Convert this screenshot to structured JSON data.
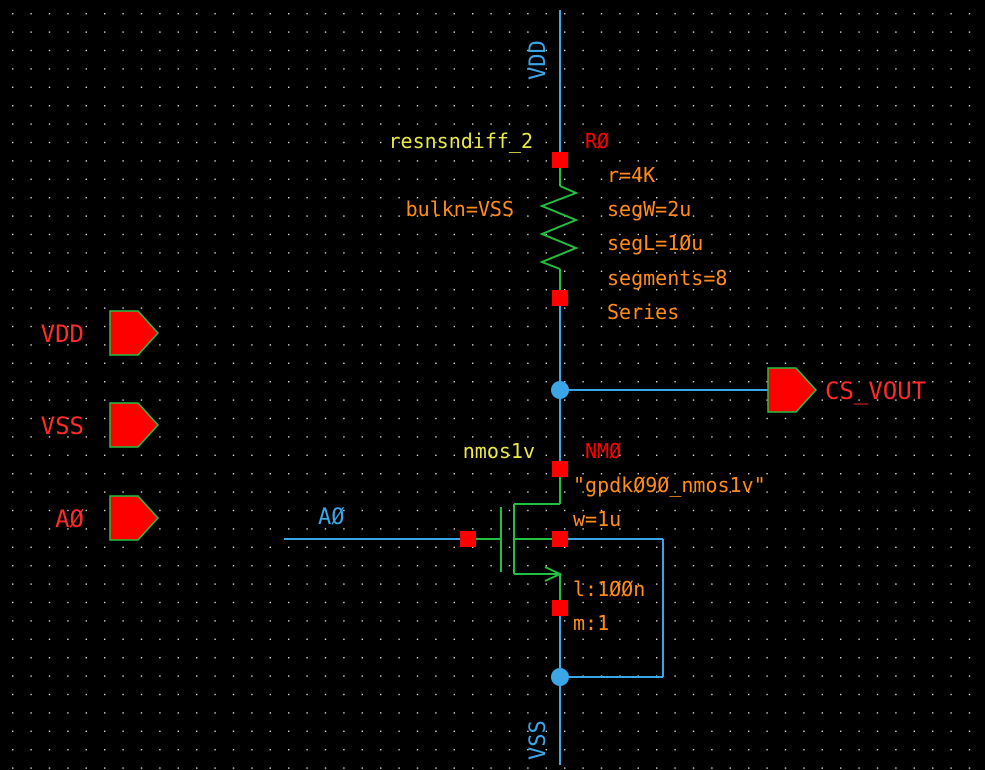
{
  "colors": {
    "background": "#000000",
    "grid_dot": "#d8d8d8",
    "wire": "#3aa6e8",
    "net_label": "#3aa6e8",
    "instance_pin": "#ff0000",
    "instance_name": "#ff0000",
    "cell_name": "#e8e84a",
    "parameter": "#ff8c1a",
    "device_symbol": "#22c040",
    "pin_shape": "#ff0000",
    "pin_outline": "#22c040",
    "pin_text": "#ff2a2a",
    "junction": "#3aa6e8"
  },
  "pins": {
    "vdd": {
      "label": "VDD",
      "direction": "input",
      "icon": "input-pin-icon"
    },
    "vss": {
      "label": "VSS",
      "direction": "input",
      "icon": "input-pin-icon"
    },
    "a0": {
      "label": "AØ",
      "direction": "input",
      "icon": "input-pin-icon"
    },
    "cs_vout": {
      "label": "CS_VOUT",
      "direction": "output",
      "icon": "output-pin-icon"
    }
  },
  "nets": {
    "vdd_top": "VDD",
    "vss_bottom": "VSS",
    "gate_net": "AØ"
  },
  "resistor": {
    "cell_name": "resnsndiff_2",
    "instance_name": "RØ",
    "bulk_param": "bulkn=VSS",
    "params": [
      "r=4K",
      "segW=2u",
      "segL=1Øu",
      "segments=8",
      "Series"
    ],
    "icon": "resistor-icon"
  },
  "transistor": {
    "cell_name": "nmos1v",
    "instance_name": "NMØ",
    "model": "\"gpdkØ9Ø_nmos1v\"",
    "params": [
      "w=1u",
      "l:1ØØn",
      "m:1"
    ],
    "icon": "nmos-transistor-icon"
  }
}
